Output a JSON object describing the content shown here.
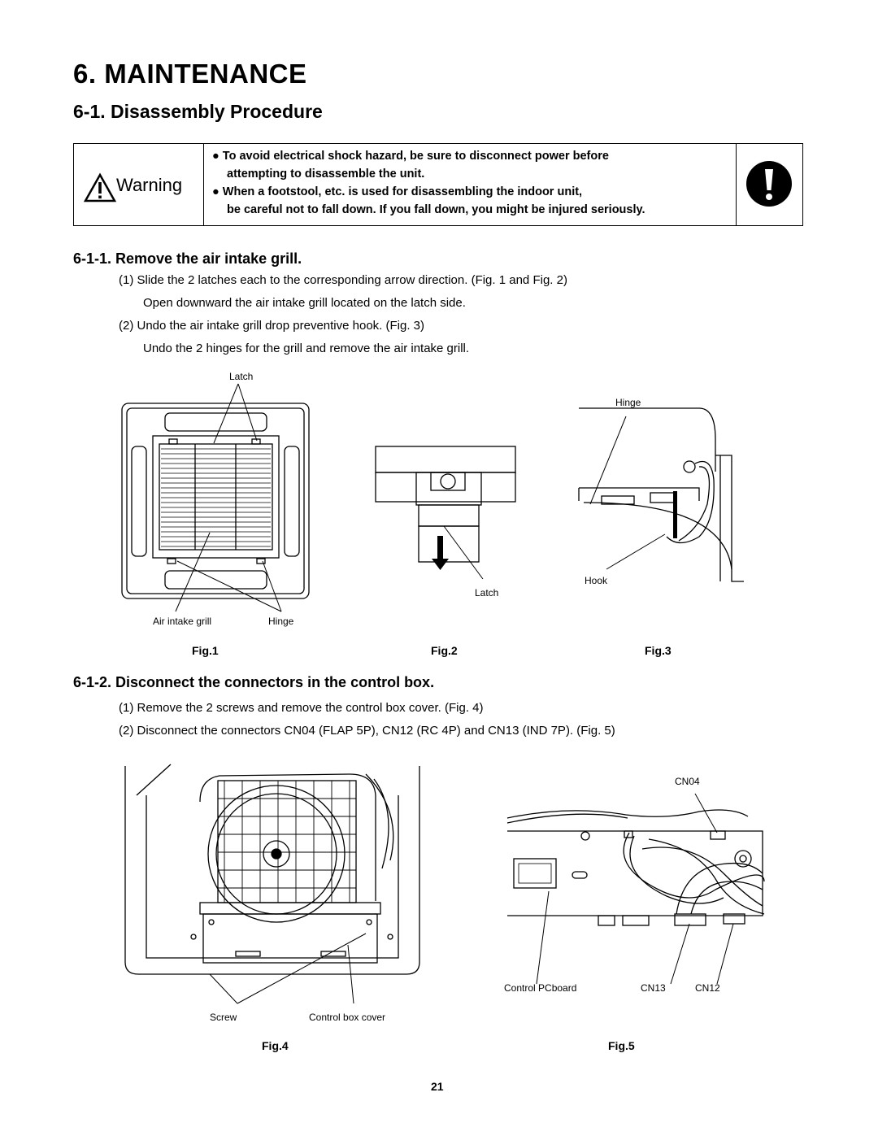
{
  "heading": "6.  MAINTENANCE",
  "section": "6-1.  Disassembly Procedure",
  "warning": {
    "title": "Warning",
    "line1": "To avoid electrical shock hazard, be sure to disconnect power before",
    "line2": "attempting to disassemble the unit.",
    "line3": "When a footstool, etc. is used for disassembling the indoor unit,",
    "line4": "be careful not to fall down. If you fall down, you might be injured seriously."
  },
  "sub1": {
    "title": "6-1-1.  Remove the air intake grill.",
    "steps": [
      "(1)  Slide the 2 latches each to the corresponding arrow direction. (Fig. 1 and Fig. 2)",
      "Open downward the air intake grill located on the latch side.",
      "(2)  Undo the air intake grill drop preventive hook. (Fig. 3)",
      "Undo the 2 hinges for the grill and remove the air intake grill."
    ]
  },
  "fig1": {
    "caption": "Fig.1",
    "latch": "Latch",
    "grill": "Air intake grill",
    "hinge": "Hinge"
  },
  "fig2": {
    "caption": "Fig.2",
    "latch": "Latch"
  },
  "fig3": {
    "caption": "Fig.3",
    "hinge": "Hinge",
    "hook": "Hook"
  },
  "sub2": {
    "title": "6-1-2.  Disconnect the connectors in the control box.",
    "steps": [
      "(1)  Remove the 2 screws and remove the control box cover. (Fig. 4)",
      "(2)  Disconnect the connectors CN04 (FLAP 5P), CN12 (RC 4P) and CN13 (IND 7P). (Fig. 5)"
    ]
  },
  "fig4": {
    "caption": "Fig.4",
    "screw": "Screw",
    "cover": "Control box cover"
  },
  "fig5": {
    "caption": "Fig.5",
    "cn04": "CN04",
    "pcb": "Control PCboard",
    "cn13": "CN13",
    "cn12": "CN12"
  },
  "page_number": "21"
}
